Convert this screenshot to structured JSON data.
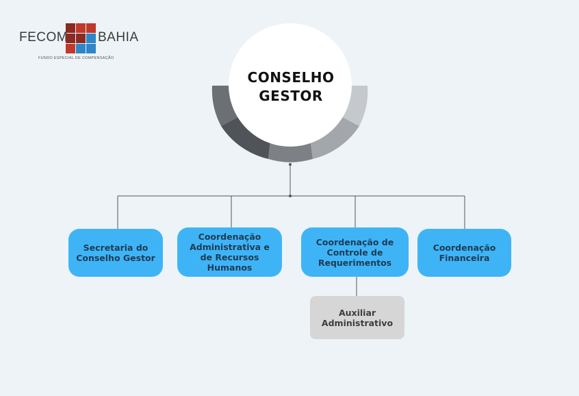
{
  "logo": {
    "left_word": "FECOM",
    "right_word": "BAHIA",
    "subtitle": "FUNDO ESPECIAL DE COMPENSAÇÃO",
    "colors": {
      "dark_red": "#8b2a22",
      "red": "#c0392b",
      "blue": "#2e86c9"
    }
  },
  "center": {
    "title": "CONSELHO GESTOR"
  },
  "nodes": [
    {
      "label": "Secretaria do Conselho Gestor"
    },
    {
      "label": "Coordenação Administrativa e de Recursos Humanos"
    },
    {
      "label": "Coordenação de Controle de Requerimentos"
    },
    {
      "label": "Coordenação Financeira"
    },
    {
      "label": "Auxiliar Administrativo"
    }
  ],
  "colors": {
    "background": "#edf3f6",
    "node_blue": "#3eb4f7",
    "node_grey": "#d6d6d6",
    "connector": "#555555"
  }
}
